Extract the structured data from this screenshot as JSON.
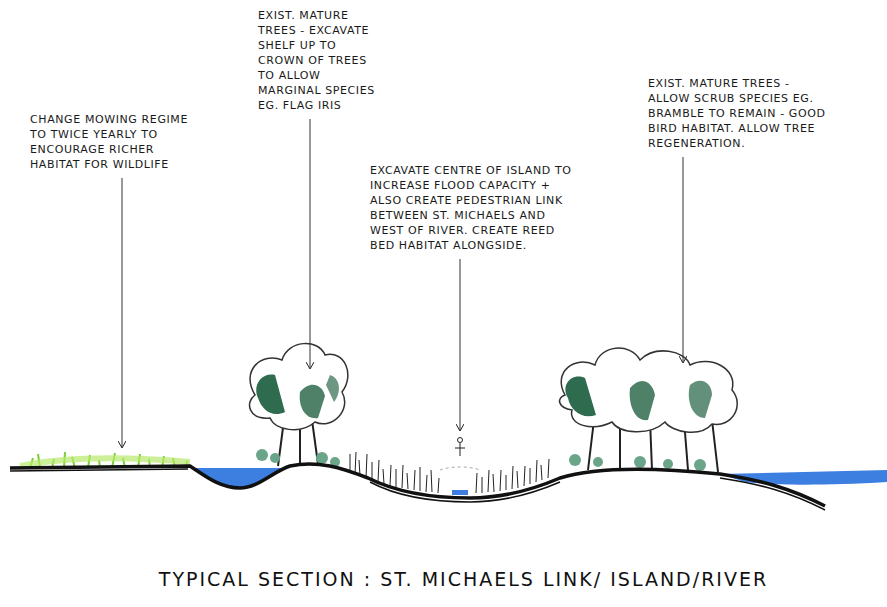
{
  "diagram": {
    "caption": "TYPICAL SECTION : ST. MICHAELS LINK/ ISLAND/RIVER",
    "labels": [
      "CHANGE MOWING REGIME TO TWICE YEARLY TO ENCOURAGE RICHER HABITAT FOR WILDLIFE",
      "EXIST. MATURE TREES - EXCAVATE SHELF UP TO CROWN OF TREES TO ALLOW MARGINAL SPECIES EG. FLAG IRIS",
      "EXCAVATE CENTRE OF ISLAND TO INCREASE FLOOD CAPACITY + ALSO CREATE PEDESTRIAN LINK BETWEEN ST. MICHAELS AND WEST OF RIVER. CREATE REED BED HABITAT ALONGSIDE.",
      "EXIST. MATURE TREES - ALLOW SCRUB SPECIES EG. BRAMBLE TO REMAIN - GOOD BIRD HABITAT. ALLOW TREE REGENERATION."
    ]
  }
}
